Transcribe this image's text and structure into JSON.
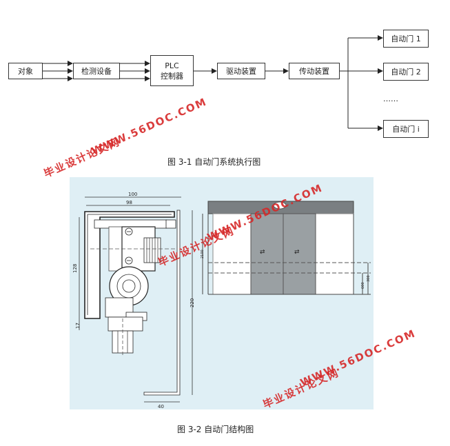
{
  "flowchart": {
    "boxes": {
      "object": "对象",
      "detect": "检测设备",
      "plc_line1": "PLC",
      "plc_line2": "控制器",
      "drive": "驱动装置",
      "transmission": "传动装置",
      "door1": "自动门 1",
      "door2": "自动门 2",
      "dots": "……",
      "doori": "自动门 i"
    },
    "caption": "图 3-1 自动门系统执行图"
  },
  "structure": {
    "dims": {
      "d100": "100",
      "d98": "98",
      "d128": "128",
      "d220": "220",
      "d17": "17",
      "d40": "40",
      "d2100": "2100",
      "d600": "600",
      "d300": "300"
    },
    "caption": "图 3-2 自动门结构图"
  },
  "watermarks": {
    "site": "WWW.56DOC.COM",
    "name": "毕业设计论文网"
  },
  "colors": {
    "panel_bg": "#dfeff5",
    "watermark": "#d62828",
    "door_glass": "#9aa0a3",
    "header_bar": "#7a7f82"
  }
}
